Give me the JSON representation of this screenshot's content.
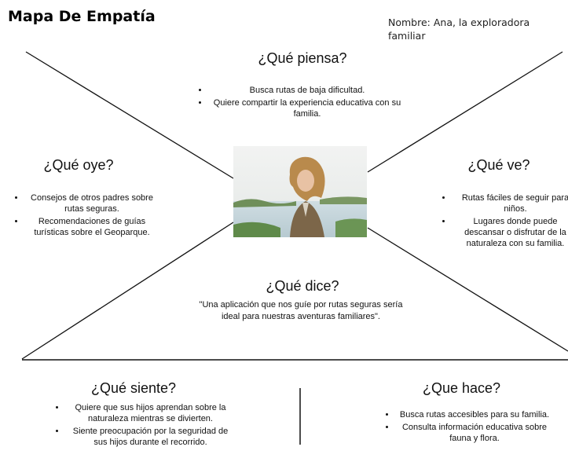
{
  "title": "Mapa De Empatía",
  "persona": "Nombre: Ana, la exploradora familiar",
  "photo_icon": "woman-portrait-photo",
  "sections": {
    "piensa": {
      "heading": "¿Qué piensa?",
      "items": [
        "Busca rutas de baja dificultad.",
        "Quiere compartir la experiencia educativa con su familia."
      ]
    },
    "oye": {
      "heading": "¿Qué oye?",
      "items": [
        "Consejos de otros padres sobre rutas seguras.",
        "Recomendaciones de guías turísticas sobre el Geoparque."
      ]
    },
    "ve": {
      "heading": "¿Qué ve?",
      "items": [
        "Rutas fáciles de seguir para niños.",
        "Lugares donde puede descansar o disfrutar de la naturaleza con su familia."
      ]
    },
    "dice": {
      "heading": "¿Qué dice?",
      "quote": "\"Una aplicación que nos guíe por rutas seguras sería ideal para nuestras aventuras familiares\"."
    },
    "siente": {
      "heading": "¿Qué siente?",
      "items": [
        "Quiere que sus hijos aprendan sobre la naturaleza mientras se divierten.",
        "Siente preocupación por la seguridad de sus hijos durante el recorrido."
      ]
    },
    "hace": {
      "heading": "¿Que hace?",
      "items": [
        "Busca rutas accesibles para su familia.",
        "Consulta información educativa sobre fauna y flora."
      ]
    }
  }
}
